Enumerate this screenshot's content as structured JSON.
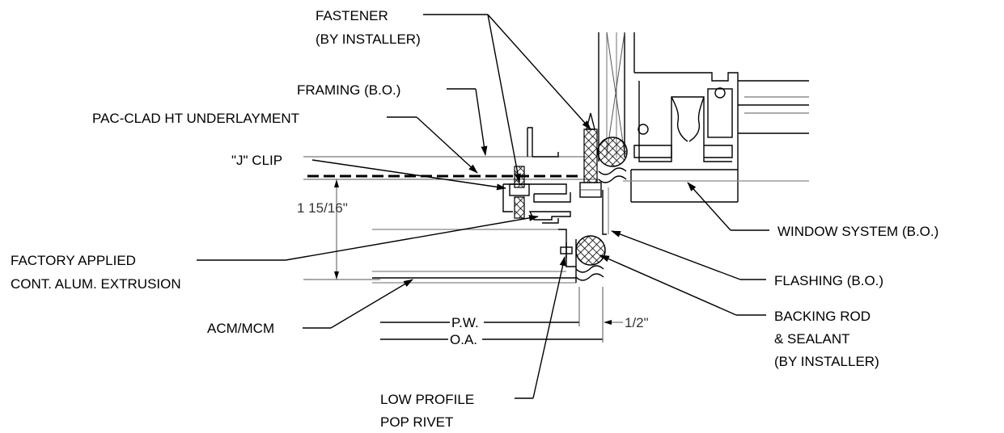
{
  "labels": {
    "fastener_1": "FASTENER",
    "fastener_2": "(BY INSTALLER)",
    "framing": "FRAMING (B.O.)",
    "underlayment": "PAC-CLAD HT UNDERLAYMENT",
    "j_clip": "\"J\" CLIP",
    "extrusion_1": "FACTORY APPLIED",
    "extrusion_2": "CONT. ALUM. EXTRUSION",
    "acm": "ACM/MCM",
    "rivet_1": "LOW PROFILE",
    "rivet_2": "POP RIVET",
    "window": "WINDOW SYSTEM (B.O.)",
    "flashing": "FLASHING (B.O.)",
    "backing_1": "BACKING ROD",
    "backing_2": "& SEALANT",
    "backing_3": "(BY INSTALLER)"
  },
  "dimensions": {
    "height": "1 15/16\"",
    "pw": "P.W.",
    "oa": "O.A.",
    "joint": "1/2\""
  }
}
